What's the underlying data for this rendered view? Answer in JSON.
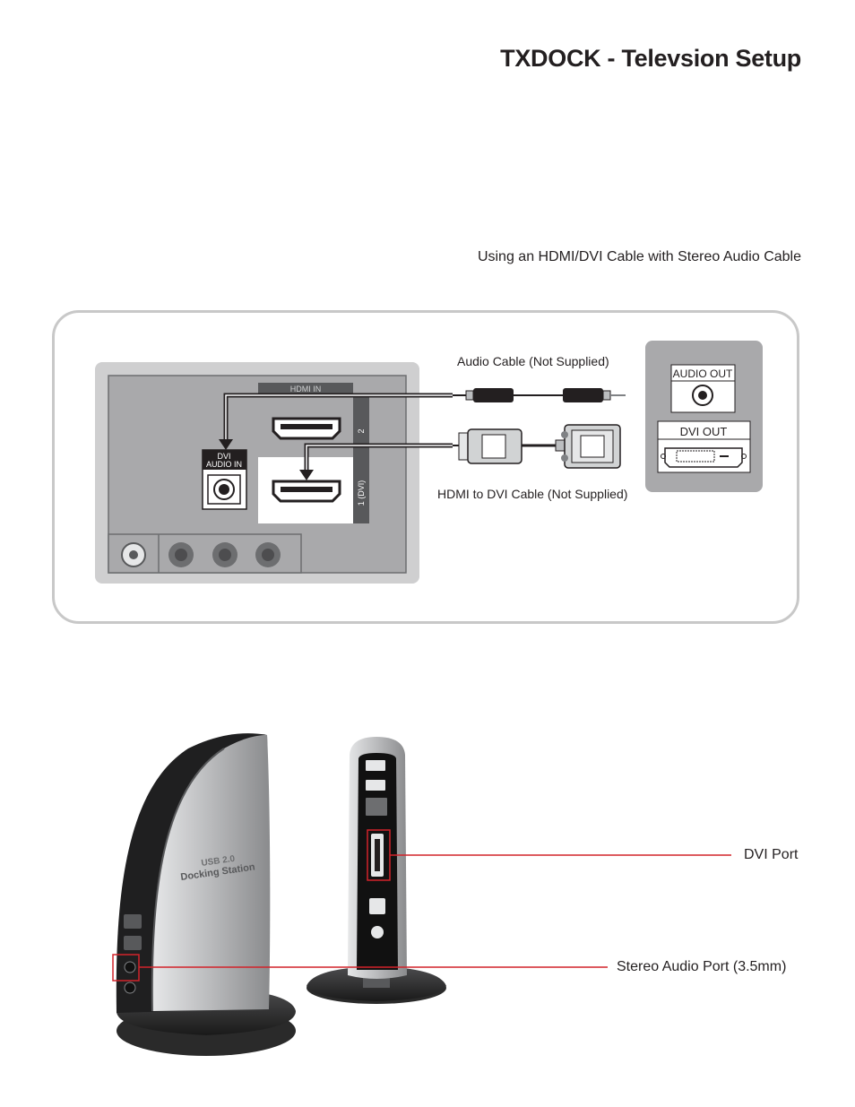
{
  "page": {
    "title": "TXDOCK - Televsion Setup",
    "subtitle": "Using an HDMI/DVI Cable with Stereo Audio Cable"
  },
  "tv_panel": {
    "hdmi_header": "HDMI IN",
    "port_2_label": "2",
    "port_1_label": "1 (DVI)",
    "dvi_audio_label_line1": "DVI",
    "dvi_audio_label_line2": "AUDIO IN"
  },
  "cables": {
    "audio_cable_label": "Audio Cable (Not Supplied)",
    "hdmi_dvi_cable_label": "HDMI to DVI Cable (Not Supplied)"
  },
  "source_panel": {
    "audio_out_label": "AUDIO OUT",
    "dvi_out_label": "DVI OUT"
  },
  "dock": {
    "brand_line1": "USB 2.0",
    "brand_line2": "Docking Station",
    "callout_dvi": "DVI Port",
    "callout_audio": "Stereo Audio Port (3.5mm)"
  },
  "colors": {
    "callout_red": "#d2232a",
    "panel_gray": "#cfcfd0",
    "frame_gray": "#c8c8c8"
  }
}
